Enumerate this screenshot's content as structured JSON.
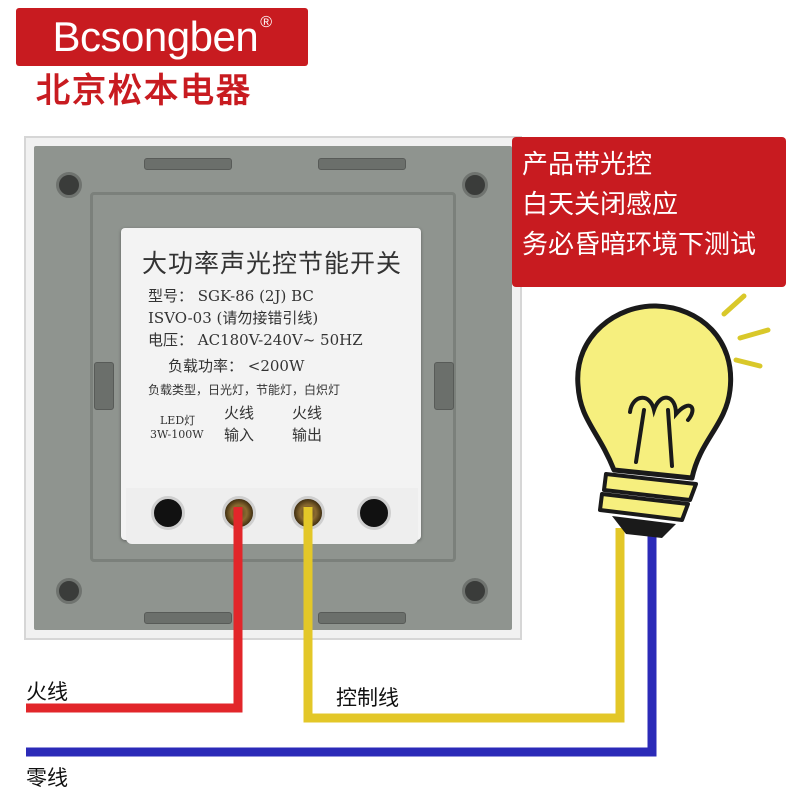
{
  "brand": {
    "logo_text": "Bcsongben",
    "registered_mark": "®",
    "name_cn": "北京松本电器"
  },
  "note": {
    "lines": [
      "产品带光控",
      "白天关闭感应",
      "务必昏暗环境下测试"
    ]
  },
  "module": {
    "title": "大功率声光控节能开关",
    "model": "型号： SGK-86 (2J) BC",
    "model_line2": "ISVO-03 (请勿接错引线)",
    "voltage": "电压： AC180V-240V~ 50HZ",
    "load_power": "负载功率： <200W",
    "load_type": "负载类型，日光灯，节能灯，白炽灯",
    "led_line1": "LED灯",
    "led_line2": "3W-100W",
    "live_in_line1": "火线",
    "live_in_line2": "输入",
    "live_out_line1": "火线",
    "live_out_line2": "输出"
  },
  "wires": {
    "live_label": "火线",
    "control_label": "控制线",
    "neutral_label": "零线"
  },
  "colors": {
    "brand_red": "#c81b20",
    "live_wire": "#e2262a",
    "control_wire": "#e3c728",
    "neutral_wire": "#2b2ab8",
    "panel_gray": "#8f948f",
    "bulb_yellow": "#f6ef7e"
  },
  "icons": [
    "light-bulb-icon",
    "screw-icon",
    "terminal-icon"
  ]
}
